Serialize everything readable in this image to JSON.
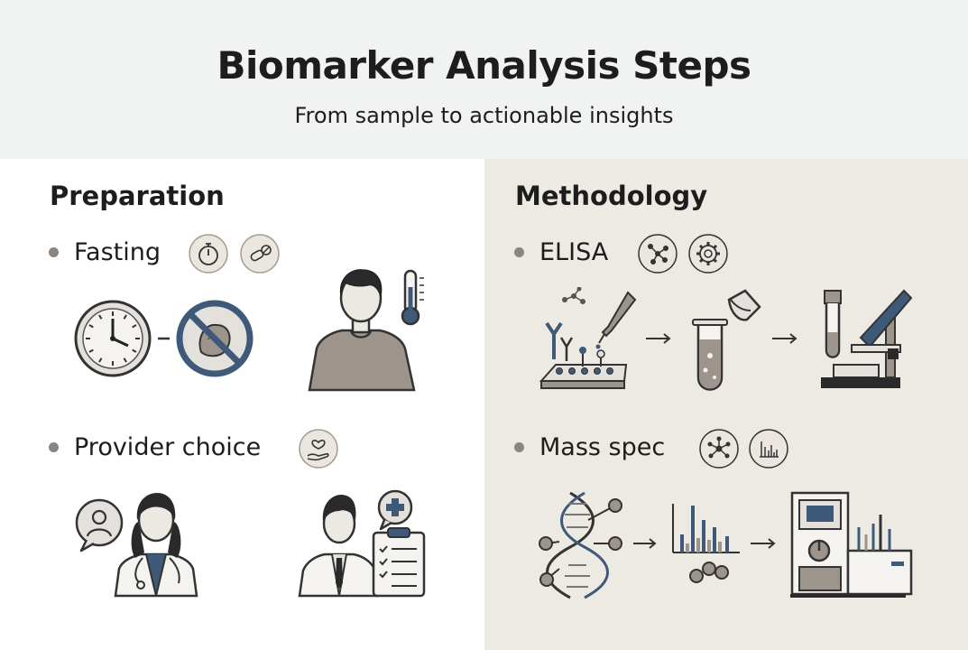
{
  "header": {
    "title": "Biomarker Analysis Steps",
    "subtitle": "From sample to actionable insights"
  },
  "preparation": {
    "title": "Preparation",
    "items": [
      {
        "label": "Fasting"
      },
      {
        "label": "Provider choice"
      }
    ]
  },
  "methodology": {
    "title": "Methodology",
    "items": [
      {
        "label": "ELISA"
      },
      {
        "label": "Mass spec"
      }
    ]
  },
  "colors": {
    "header_bg": "#f1f2f2",
    "right_panel_bg": "#ede9e3",
    "navy": "#3e5a78",
    "gray": "#9d958b",
    "outline": "#333333"
  }
}
